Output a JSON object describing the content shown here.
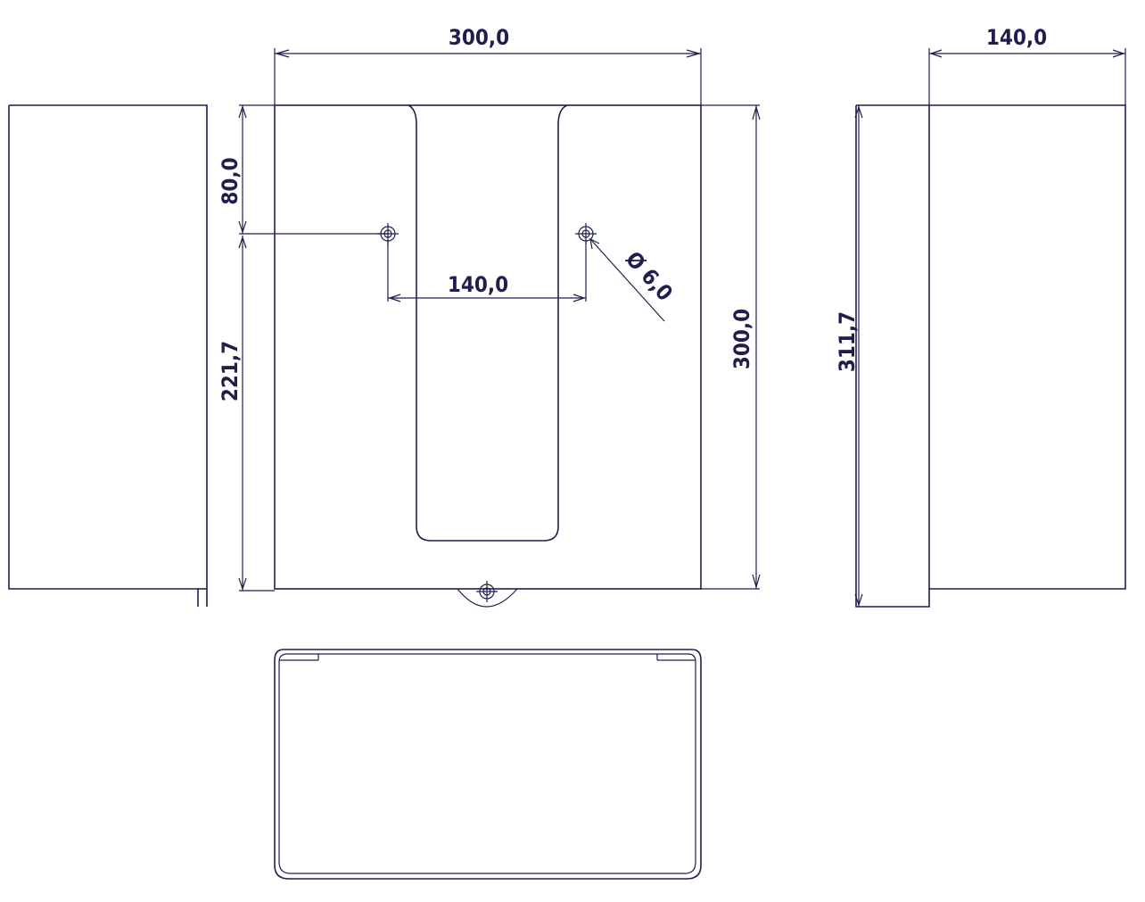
{
  "dimensions": {
    "front_width": "300,0",
    "front_height": "300,0",
    "top_to_holes": "80,0",
    "holes_to_bottom": "221,7",
    "hole_spacing": "140,0",
    "hole_diameter": "Ø 6,0",
    "side_depth": "140,0",
    "side_height": "311,7"
  },
  "colors": {
    "line": "#1f1f4f",
    "background": "#ffffff"
  }
}
